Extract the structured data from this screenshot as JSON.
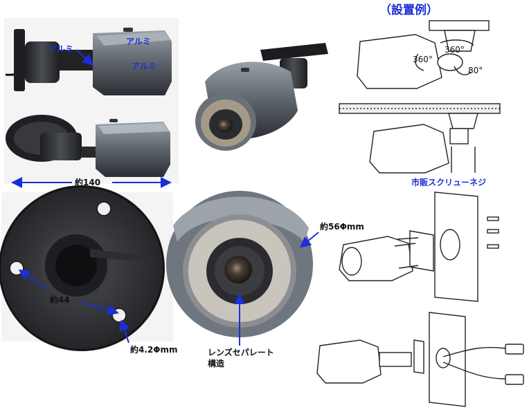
{
  "title": "（設置例）",
  "labels": {
    "aluminum_1": "アルミ",
    "aluminum_2": "アルミ",
    "aluminum_3": "アルミ",
    "width": "約140",
    "diameter_56": "約56Φmm",
    "mount_44": "約44",
    "screw_hole": "約4.2Φmm",
    "lens_separate_line1": "レンズセパレート",
    "lens_separate_line2": "構造",
    "commercial_screws": "市販スクリューネジ",
    "rot_360_a": "360°",
    "rot_360_b": "360°",
    "tilt_80": "80°"
  },
  "colors": {
    "label_blue": "#1b2fd6",
    "dark_text": "#111111",
    "camera_body": "#6e747c",
    "camera_dark": "#2a2c30"
  }
}
